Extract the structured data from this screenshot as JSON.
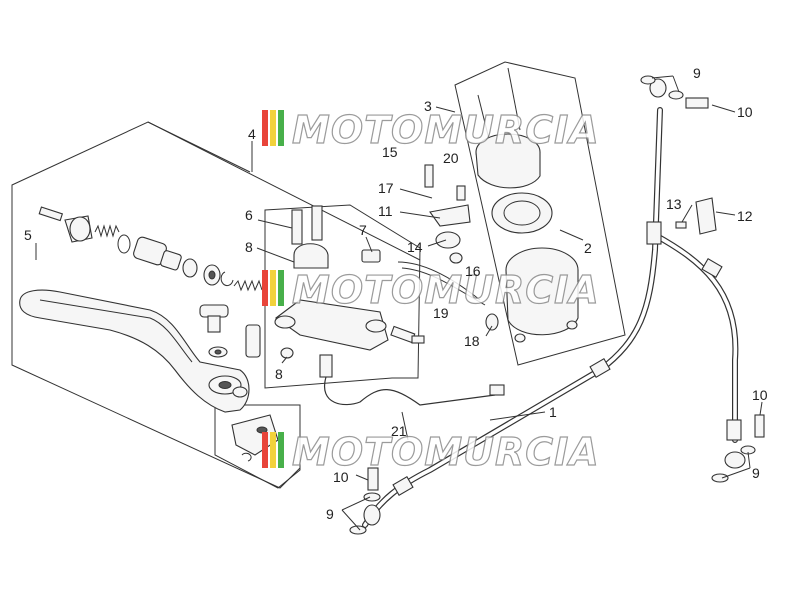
{
  "watermark": {
    "text": "MOTOMURCIA",
    "stripe_colors": [
      "#e8443a",
      "#f2d23c",
      "#48b04a"
    ]
  },
  "callouts": [
    {
      "id": "c9a",
      "text": "9"
    },
    {
      "id": "c10a",
      "text": "10"
    },
    {
      "id": "c3",
      "text": "3"
    },
    {
      "id": "c4",
      "text": "4"
    },
    {
      "id": "c15",
      "text": "15"
    },
    {
      "id": "c20",
      "text": "20"
    },
    {
      "id": "c17",
      "text": "17"
    },
    {
      "id": "c11",
      "text": "11"
    },
    {
      "id": "c6",
      "text": "6"
    },
    {
      "id": "c7",
      "text": "7"
    },
    {
      "id": "c5",
      "text": "5"
    },
    {
      "id": "c8a",
      "text": "8"
    },
    {
      "id": "c14",
      "text": "14"
    },
    {
      "id": "c16",
      "text": "16"
    },
    {
      "id": "c2",
      "text": "2"
    },
    {
      "id": "c13",
      "text": "13"
    },
    {
      "id": "c12",
      "text": "12"
    },
    {
      "id": "c19",
      "text": "19"
    },
    {
      "id": "c18",
      "text": "18"
    },
    {
      "id": "c8b",
      "text": "8"
    },
    {
      "id": "c1",
      "text": "1"
    },
    {
      "id": "c10b",
      "text": "10"
    },
    {
      "id": "c21",
      "text": "21"
    },
    {
      "id": "c9b",
      "text": "9"
    },
    {
      "id": "c10c",
      "text": "10"
    },
    {
      "id": "c9c",
      "text": "9"
    }
  ]
}
